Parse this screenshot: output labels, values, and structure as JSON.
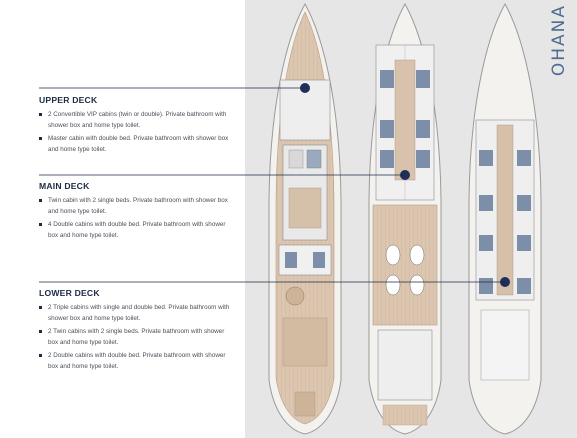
{
  "brand": {
    "name": "OHANA"
  },
  "decks": [
    {
      "title": "UPPER DECK",
      "items": [
        "2 Convertible VIP cabins (twin or double). Private bathroom with shower box and home type toilet.",
        "Master cabin with double bed. Private bathroom with shower box and home type toilet."
      ]
    },
    {
      "title": "MAIN DECK",
      "items": [
        "Twin cabin with 2 single beds. Private bathroom with shower box and home type toilet.",
        "4 Double cabins with double bed. Private bathroom with shower box and home type toilet."
      ]
    },
    {
      "title": "LOWER DECK",
      "items": [
        "2 Triple cabins with single and double bed. Private bathroom with shower box and home type toilet.",
        "2 Twin cabins with 2 single beds. Private bathroom with shower box and home type toilet.",
        "2 Double cabins with double bed. Private bathroom with shower box and home type toilet."
      ]
    }
  ],
  "colors": {
    "navy": "#1c2a44",
    "marker": "#1f2f5a",
    "wood": "#d9c2ab",
    "panel": "#e6e6e6",
    "accent_text": "#4f6d93"
  }
}
